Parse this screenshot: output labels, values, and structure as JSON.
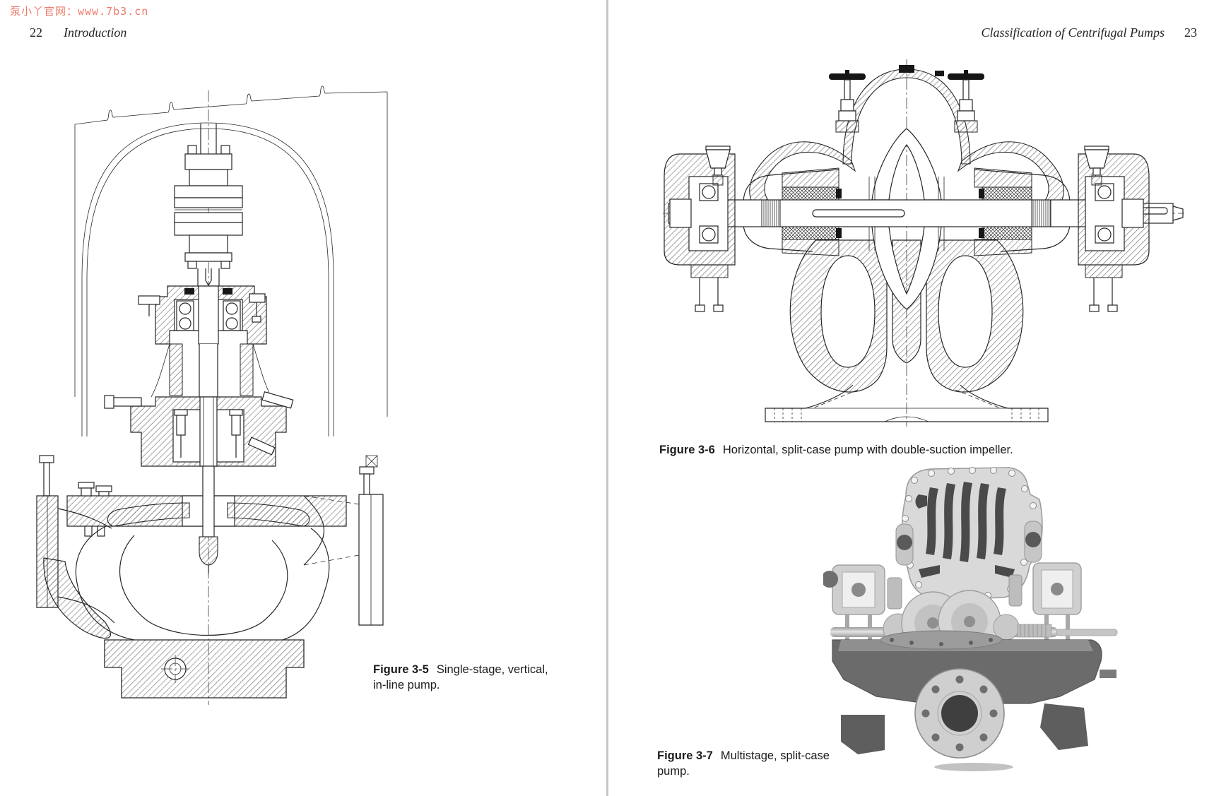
{
  "watermark": {
    "text": "泵小丫官网：www.7b3.cn",
    "color": "#ee7a6a"
  },
  "pages": {
    "left": {
      "page_number": "22",
      "running_head": "Introduction",
      "figure_3_5": {
        "label": "Figure 3-5",
        "caption": "Single-stage, vertical, in-line pump.",
        "drawing": "cross-section line drawing of a vertical in-line centrifugal pump with motor envelope outline, coupling, bearing assembly, seal housing, volute casing with side suction/discharge flanges and base"
      }
    },
    "right": {
      "page_number": "23",
      "running_head": "Classification of Centrifugal Pumps",
      "figure_3_6": {
        "label": "Figure 3-6",
        "caption": "Horizontal, split-case pump with double-suction impeller.",
        "drawing": "cross-section line drawing of a horizontal split-case pump: top discharge dome with two gate valves, grease cups, end bearing housings, horizontal shaft with keyway, double-suction impeller, twin volute chambers and pedestal base"
      },
      "figure_3_7": {
        "label": "Figure 3-7",
        "caption": "Multistage, split-case pump.",
        "photo": "halftone photograph of a disassembled multistage split-case pump: upper casing half with serpentine passages, rotor with impeller discs, two bearing bracket sections, dark lower casing with round suction flange and feet"
      }
    }
  },
  "colors": {
    "watermark": "#ee7a6a",
    "gutter_divider": "#c6c6c6",
    "ink": "#262626",
    "caption_text": "#1b1b1b",
    "paper": "#ffffff"
  }
}
